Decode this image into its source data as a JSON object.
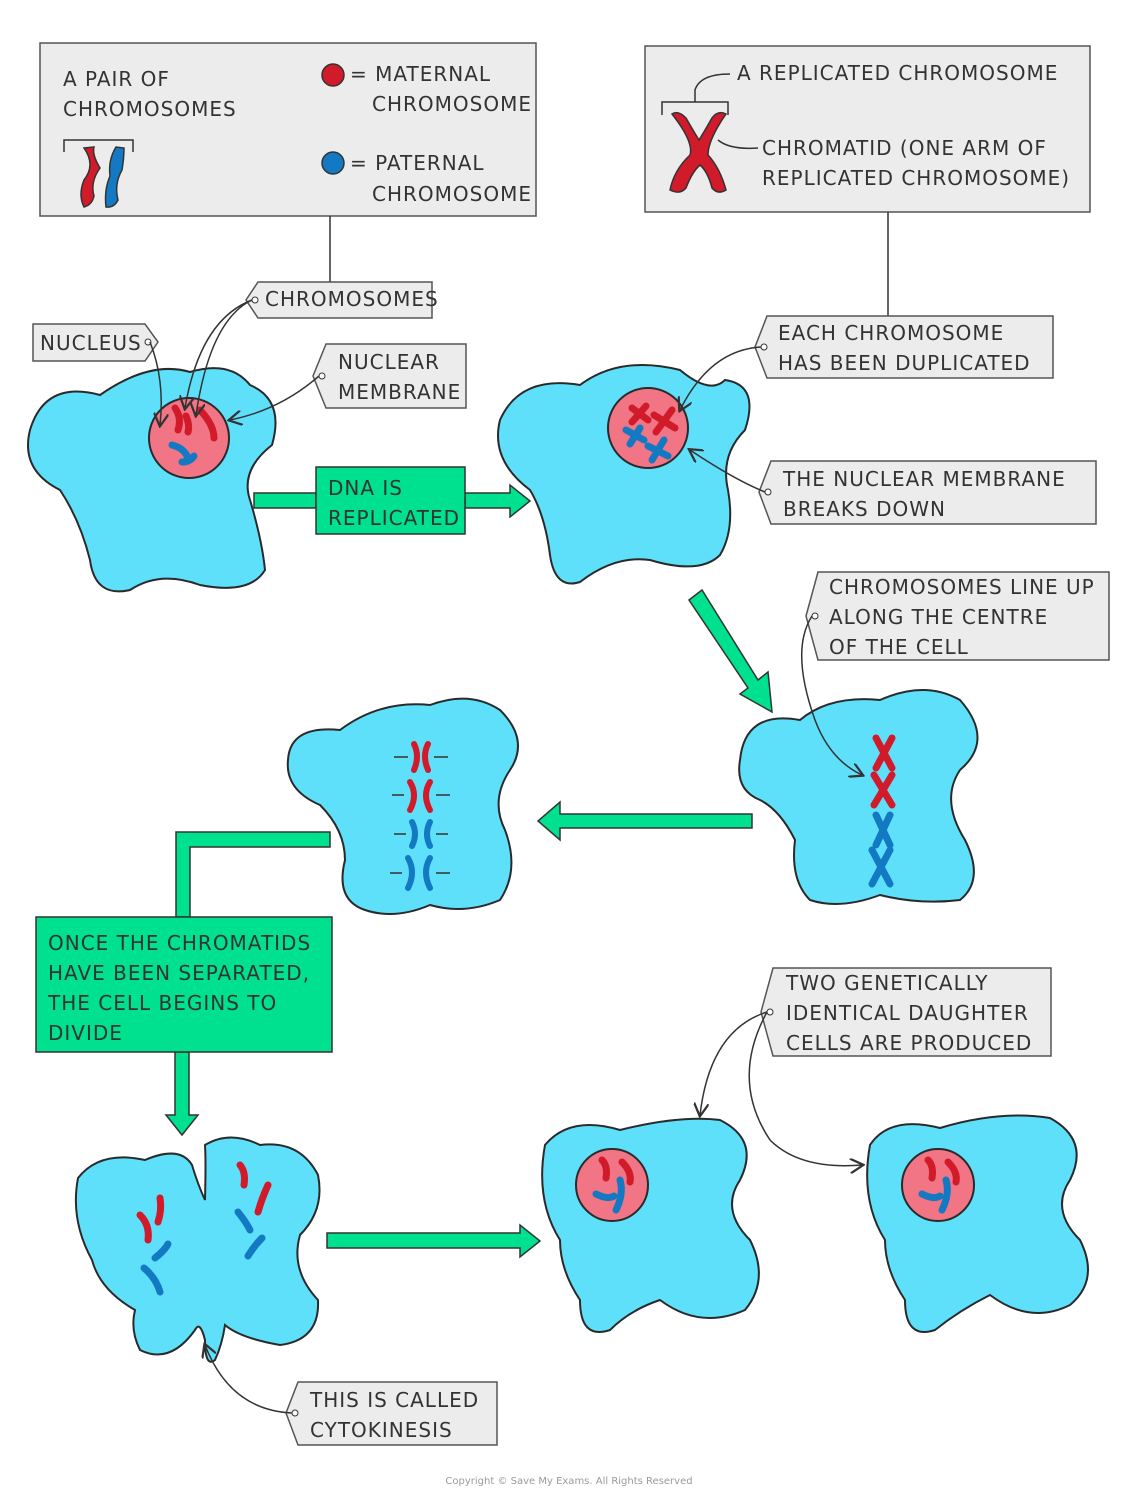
{
  "legend_left": {
    "pair_line1": "A PAIR OF",
    "pair_line2": "CHROMOSOMES",
    "maternal_line1": "= MATERNAL",
    "maternal_line2": "CHROMOSOME",
    "paternal_line1": "= PATERNAL",
    "paternal_line2": "CHROMOSOME"
  },
  "legend_right": {
    "title": "A REPLICATED CHROMOSOME",
    "chromatid_line1": "CHROMATID (ONE ARM OF",
    "chromatid_line2": "REPLICATED CHROMOSOME)"
  },
  "labels": {
    "chromosomes": "CHROMOSOMES",
    "nucleus": "NUCLEUS",
    "nuclear_membrane_line1": "NUCLEAR",
    "nuclear_membrane_line2": "MEMBRANE",
    "duplicated_line1": "EACH CHROMOSOME",
    "duplicated_line2": "HAS BEEN DUPLICATED",
    "breaks_line1": "THE NUCLEAR MEMBRANE",
    "breaks_line2": "BREAKS DOWN",
    "lineup_line1": "CHROMOSOMES LINE UP",
    "lineup_line2": "ALONG THE CENTRE",
    "lineup_line3": "OF THE CELL",
    "daughter_line1": "TWO GENETICALLY",
    "daughter_line2": "IDENTICAL DAUGHTER",
    "daughter_line3": "CELLS ARE PRODUCED",
    "cytokinesis_line1": "THIS IS CALLED",
    "cytokinesis_line2": "CYTOKINESIS"
  },
  "steps": {
    "dna_line1": "DNA IS",
    "dna_line2": "REPLICATED",
    "divide_line1": "ONCE THE CHROMATIDS",
    "divide_line2": "HAVE BEEN SEPARATED,",
    "divide_line3": "THE CELL BEGINS TO",
    "divide_line4": "DIVIDE"
  },
  "copyright": "Copyright © Save My Exams. All Rights Reserved",
  "colors": {
    "maternal": "#d11a2a",
    "paternal": "#1279c2",
    "cell": "#5ee0fb",
    "nucleus": "#f17585",
    "arrow": "#00e18f"
  }
}
